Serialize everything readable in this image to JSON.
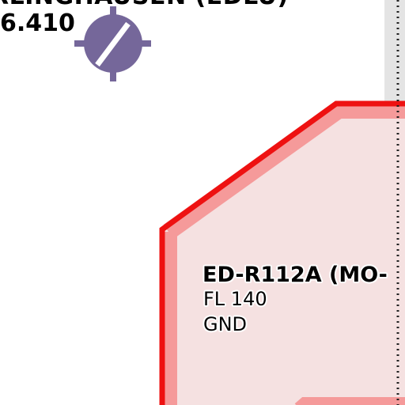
{
  "aerodrome": {
    "name": "RLINGHAUSEN (EDLU)",
    "frequency": "6.410",
    "symbol": "airfield-symbol-icon"
  },
  "restricted_area": {
    "name": "ED-R112A (MO-",
    "upper_limit": "FL 140",
    "lower_limit": "GND"
  },
  "colors": {
    "restricted_border": "#ee1111",
    "restricted_inner_band": "#f59a9a",
    "restricted_fill": "#f5e1e1",
    "airfield_symbol": "#75679a",
    "right_band": "#e4e4e4",
    "dotted_boundary": "#222222"
  }
}
